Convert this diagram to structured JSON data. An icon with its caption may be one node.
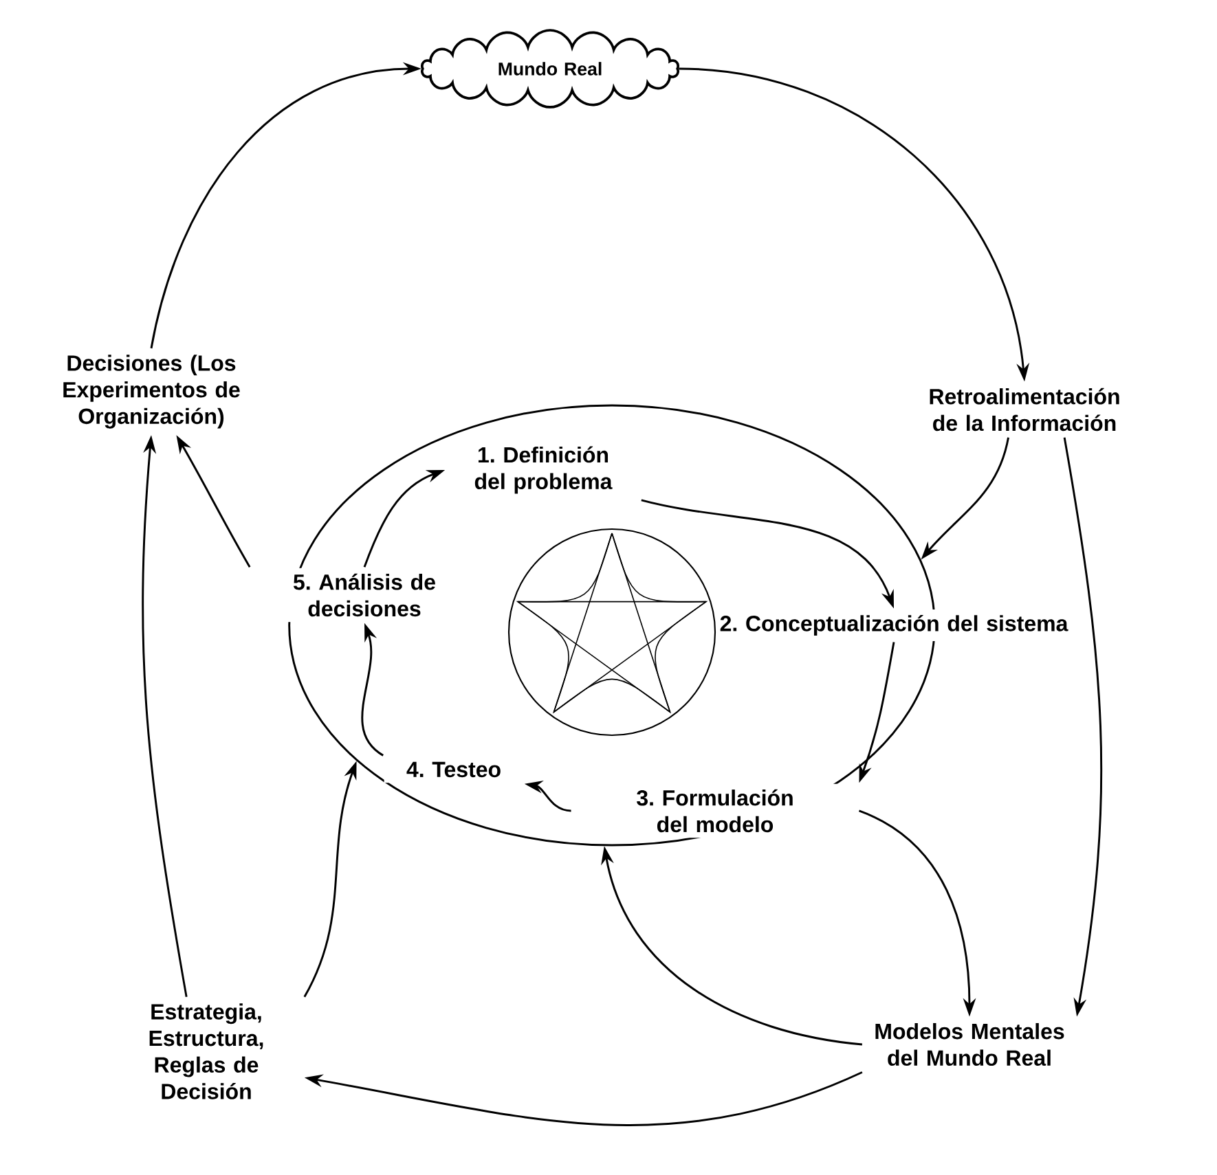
{
  "diagram": {
    "nodes": [
      {
        "text": [
          "Mundo Real"
        ]
      },
      {
        "text": [
          "Retroalimentación de la Información"
        ]
      },
      {
        "text": [
          "Decisiones (Los Experimentos de Organización)"
        ]
      },
      {
        "text": [],
        "shape": "ellipse"
      },
      {
        "text": [
          "1. Definición del problema"
        ],
        "in": 3
      },
      {
        "text": [
          "2. Conceptualización del sistema"
        ],
        "in": 3
      },
      {
        "text": [
          "3. Formulación del modelo"
        ],
        "in": 3
      },
      {
        "text": [
          "4. Testeo"
        ],
        "in": 3
      },
      {
        "text": [
          "5. Análisis de decisiones"
        ],
        "in": 3
      },
      {
        "text": [
          "Modelos Mentales del Mundo Real"
        ]
      },
      {
        "text": [
          "Estrategia, Estructura, Reglas de Decisión"
        ]
      }
    ],
    "edges": [
      {
        "from": 2,
        "to": 0,
        "arrow": "to"
      },
      {
        "from": 0,
        "to": 1,
        "arrow": "to"
      },
      {
        "from": 1,
        "to": 3,
        "arrow": "to"
      },
      {
        "from": 1,
        "to": 9,
        "arrow": "to"
      },
      {
        "from": 4,
        "to": 5,
        "arrow": "to"
      },
      {
        "from": 5,
        "to": 6,
        "arrow": "to"
      },
      {
        "from": 6,
        "to": 7,
        "arrow": "to"
      },
      {
        "from": 7,
        "to": 8,
        "arrow": "to"
      },
      {
        "from": 8,
        "to": 4,
        "arrow": "to"
      },
      {
        "from": 8,
        "to": 2,
        "arrow": "to"
      },
      {
        "from": 6,
        "to": 9,
        "arrow": "to"
      },
      {
        "from": 9,
        "to": 3,
        "arrow": "to"
      },
      {
        "from": 9,
        "to": 10,
        "arrow": "to"
      },
      {
        "from": 10,
        "to": 3,
        "arrow": "to"
      },
      {
        "from": 10,
        "to": 2,
        "arrow": "to"
      }
    ]
  }
}
